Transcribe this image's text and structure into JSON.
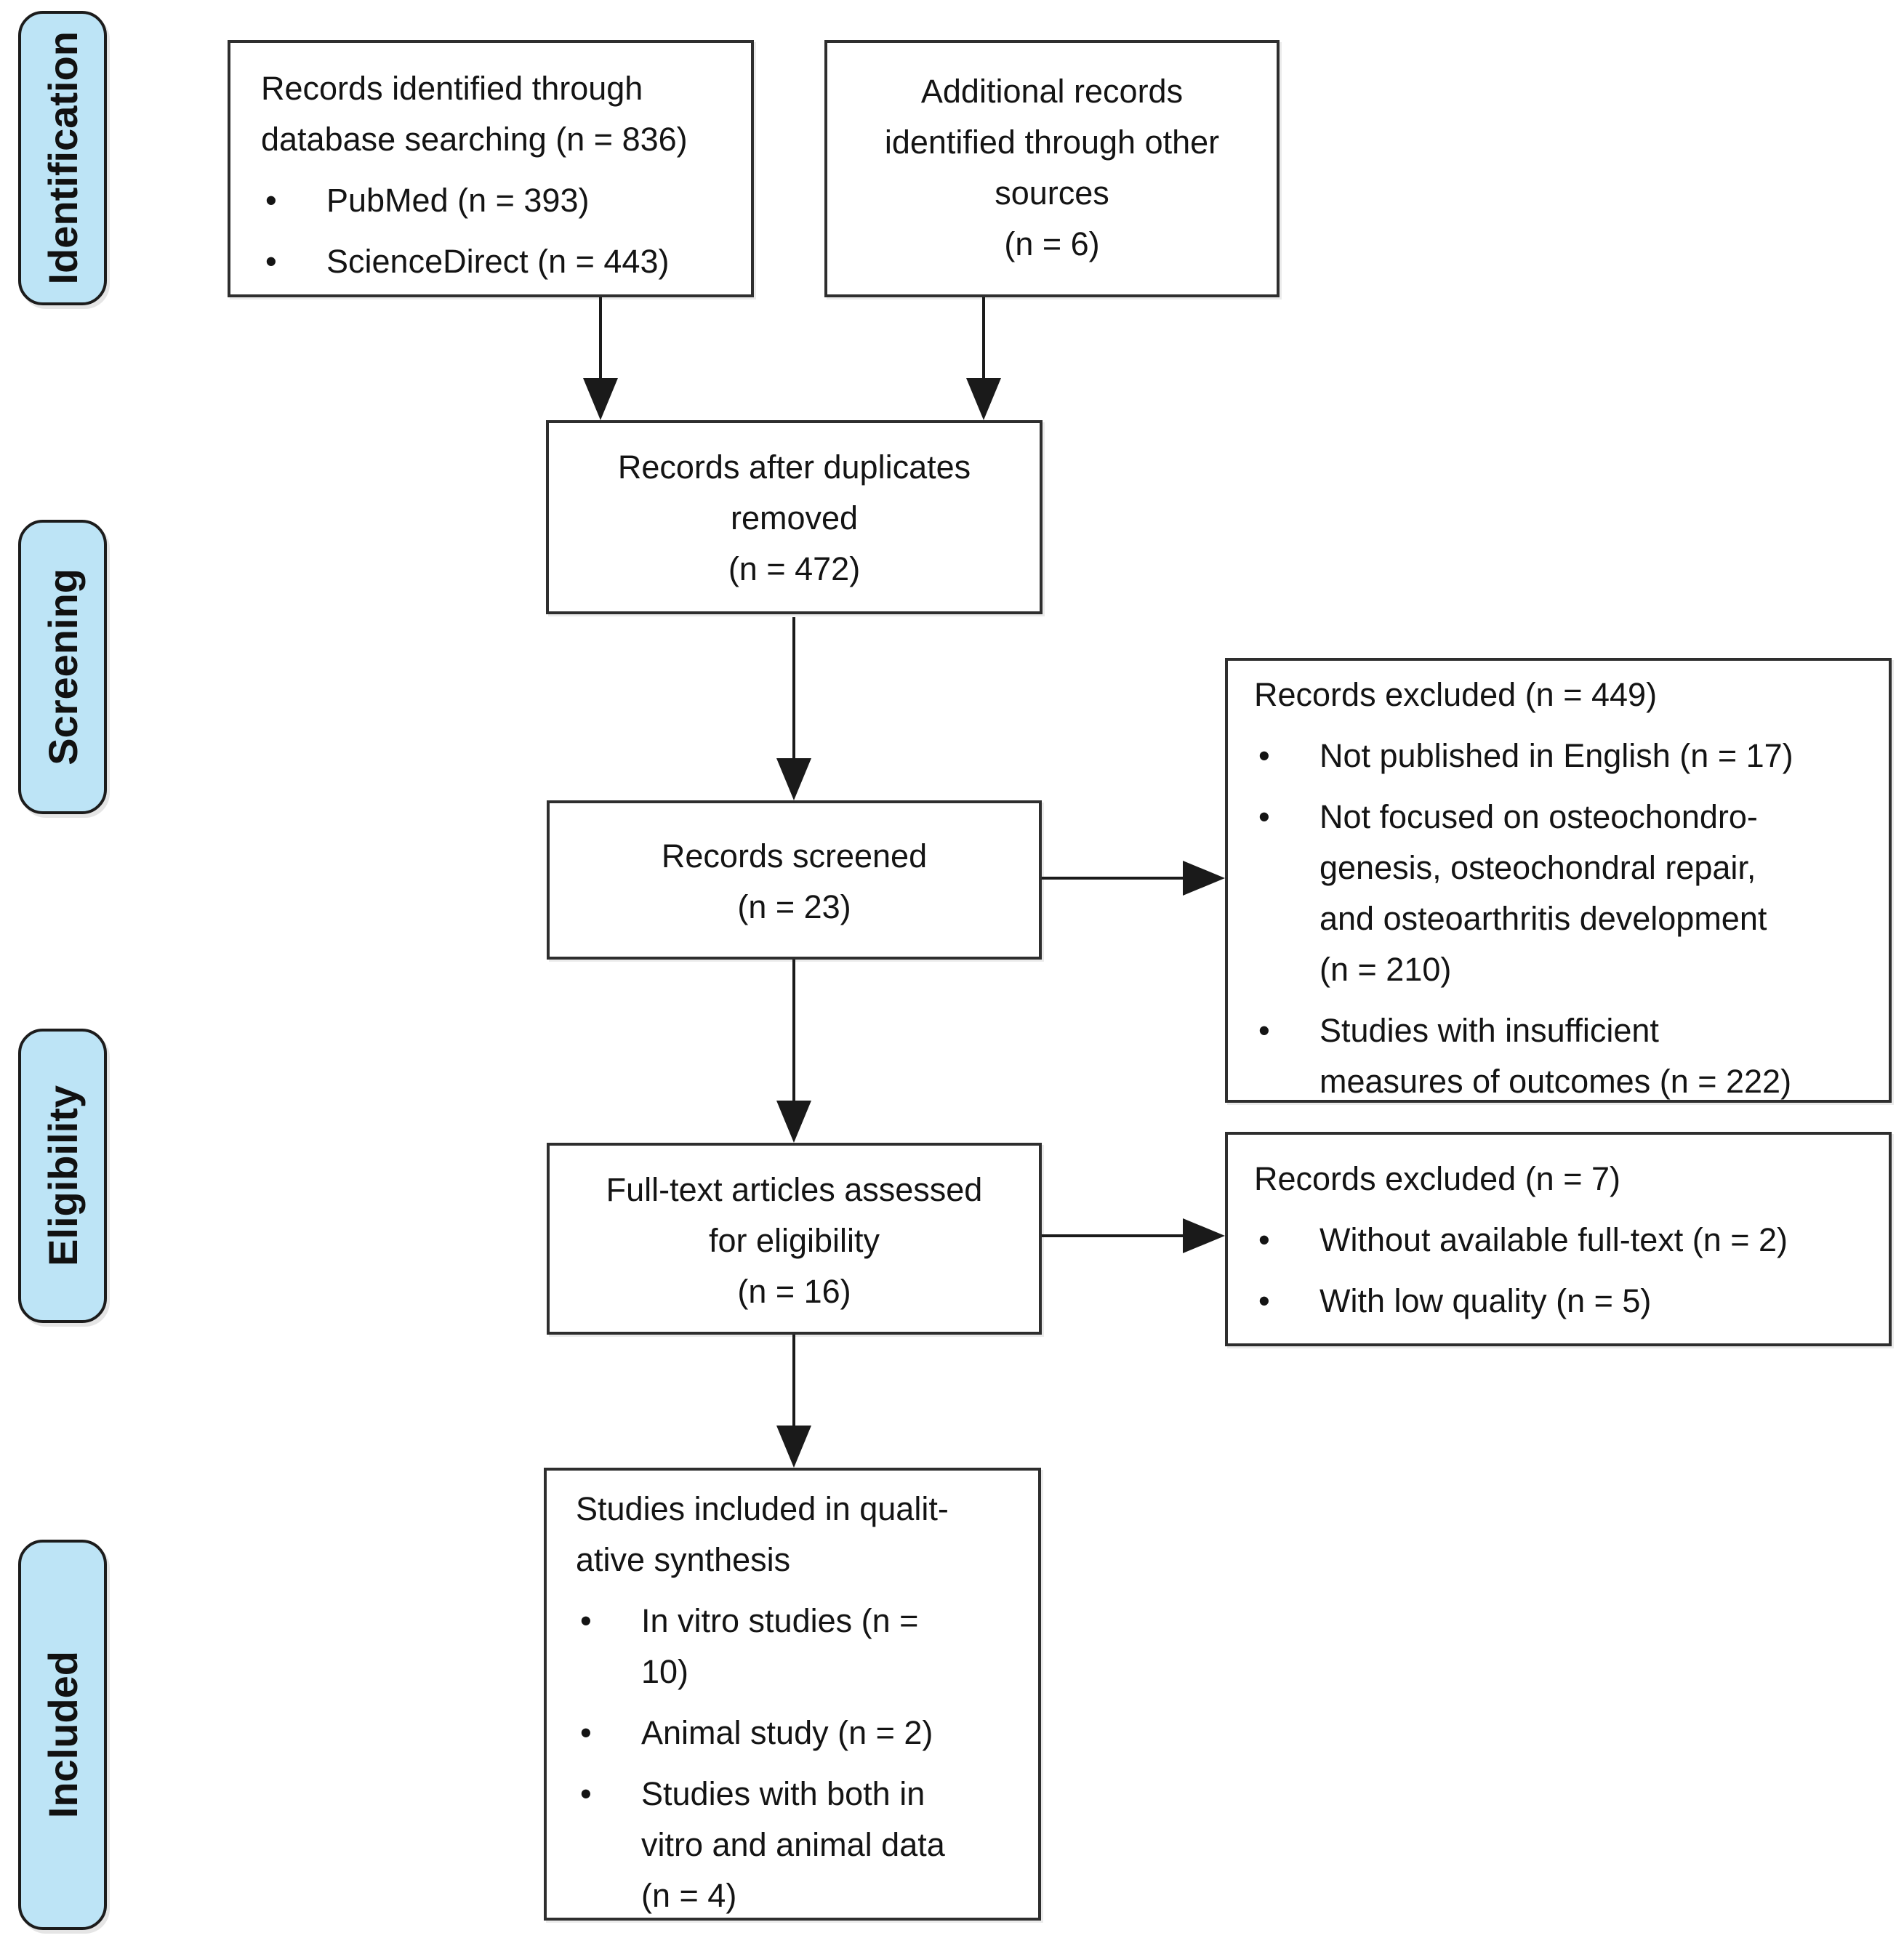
{
  "bullet_marker": "•",
  "colors": {
    "stage_fill": "#bde4f6",
    "box_border": "#2e2e2e",
    "arrow_color": "#1a1a1a"
  },
  "sidebar": {
    "stages": [
      {
        "label": "Identification"
      },
      {
        "label": "Screening"
      },
      {
        "label": "Eligibility"
      },
      {
        "label": "Included"
      }
    ]
  },
  "boxes": {
    "identified": {
      "title_lines": [
        "Records identified through",
        "database searching (n = 836)"
      ],
      "bullets": [
        {
          "lines": [
            "PubMed (n = 393)"
          ]
        },
        {
          "lines": [
            "ScienceDirect (n = 443)"
          ]
        }
      ]
    },
    "additional": {
      "lines": [
        "Additional records",
        "identified through other",
        "sources",
        "(n = 6)"
      ]
    },
    "deduplicated": {
      "lines": [
        "Records after duplicates",
        "removed",
        "(n = 472)"
      ]
    },
    "screened": {
      "lines": [
        "Records screened",
        "(n = 23)"
      ]
    },
    "excluded_screening": {
      "title": "Records excluded (n = 449)",
      "bullets": [
        {
          "lines": [
            "Not published in English (n = 17)"
          ]
        },
        {
          "lines": [
            "Not focused on osteochondro-",
            "genesis, osteochondral repair,",
            "and osteoarthritis development",
            "(n = 210)"
          ]
        },
        {
          "lines": [
            "Studies with insufficient",
            "measures of outcomes (n = 222)"
          ]
        }
      ]
    },
    "fulltext": {
      "lines": [
        "Full-text articles assessed",
        "for eligibility",
        "(n = 16)"
      ]
    },
    "excluded_eligibility": {
      "title": "Records excluded (n = 7)",
      "bullets": [
        {
          "lines": [
            "Without available full-text (n = 2)"
          ]
        },
        {
          "lines": [
            "With low quality (n = 5)"
          ]
        }
      ]
    },
    "included_synthesis": {
      "title_lines": [
        "Studies included in qualit-",
        "ative synthesis"
      ],
      "bullets": [
        {
          "lines": [
            "In vitro studies (n =",
            "10)"
          ]
        },
        {
          "lines": [
            "Animal study (n = 2)"
          ]
        },
        {
          "lines": [
            "Studies with both in",
            "vitro and animal data",
            "(n = 4)"
          ]
        }
      ]
    }
  }
}
